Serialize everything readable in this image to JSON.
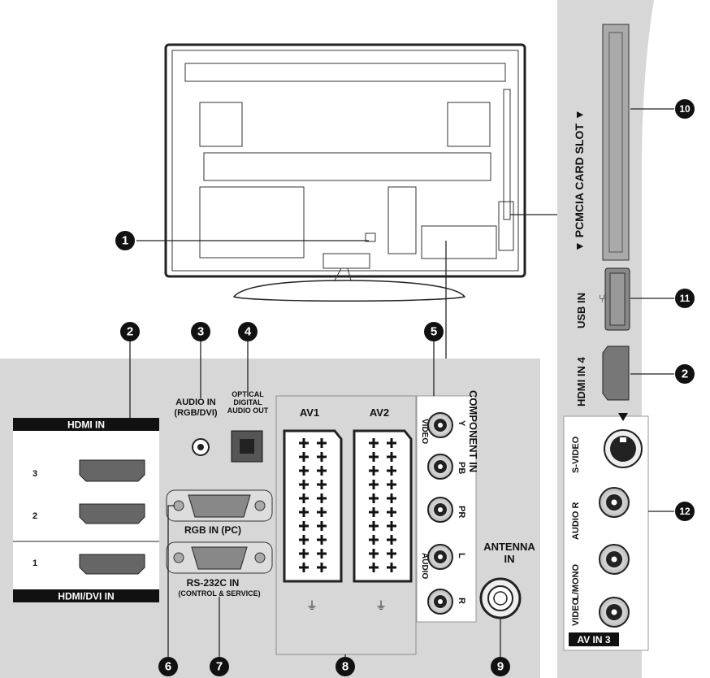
{
  "hdmi_panel": {
    "header": "HDMI IN",
    "footer": "HDMI/DVI IN",
    "ports": [
      "3",
      "2",
      "1"
    ]
  },
  "audio_in": {
    "line1": "AUDIO IN",
    "line2": "(RGB/DVI)"
  },
  "optical": {
    "line1": "OPTICAL",
    "line2": "DIGITAL",
    "line3": "AUDIO OUT"
  },
  "scart": {
    "av1": "AV1",
    "av2": "AV2"
  },
  "component": {
    "title": "COMPONENT IN",
    "video": "VIDEO",
    "audio": "AUDIO",
    "y": "Y",
    "pb": "PB",
    "pr": "PR",
    "l": "L",
    "r": "R"
  },
  "rgb_in": {
    "label": "RGB IN (PC)"
  },
  "rs232": {
    "line1": "RS-232C IN",
    "line2": "(CONTROL & SERVICE)"
  },
  "antenna": {
    "line1": "ANTENNA",
    "line2": "IN"
  },
  "side_panel": {
    "pcmcia": "▼ PCMCIA CARD SLOT ▼",
    "usb": "USB IN",
    "hdmi4": "HDMI IN 4",
    "svideo": "S-VIDEO",
    "audio_r": "AUDIO R",
    "audio_l": "L/MONO",
    "video": "VIDEO",
    "av_in3": "AV IN 3"
  },
  "callouts": [
    "1",
    "2",
    "3",
    "4",
    "5",
    "6",
    "7",
    "8",
    "9",
    "10",
    "11",
    "2",
    "12"
  ]
}
